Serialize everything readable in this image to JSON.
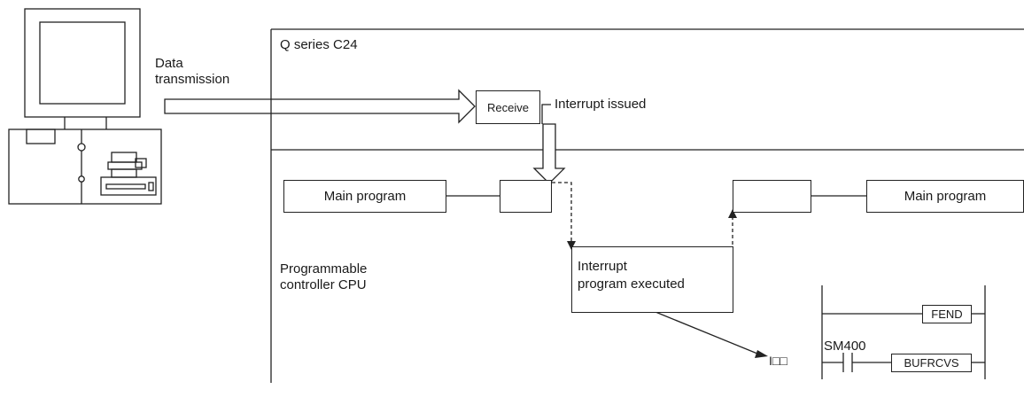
{
  "labels": {
    "data_transmission": [
      "Data",
      "transmission"
    ],
    "module": "Q series C24",
    "receive": "Receive",
    "interrupt_issued": "Interrupt issued",
    "main_program_left": "Main program",
    "main_program_right": "Main program",
    "cpu": [
      "Programmable",
      "controller CPU"
    ],
    "interrupt_executed": [
      "Interrupt",
      "program executed"
    ],
    "interrupt_pointer": "I□□",
    "fend": "FEND",
    "sm400": "SM400",
    "bufrcvs": "BUFRCVS"
  },
  "icons": {
    "computer": "personal-computer-icon"
  }
}
